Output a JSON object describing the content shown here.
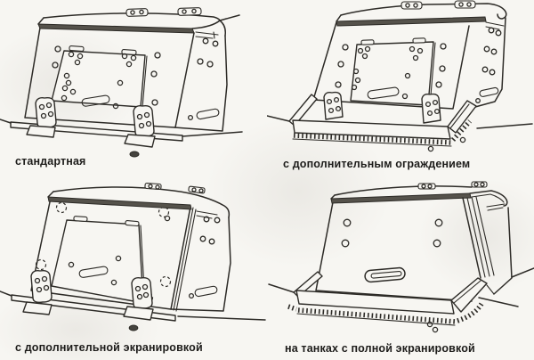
{
  "colors": {
    "paper": "#f7f6f2",
    "ink": "#2d2b27",
    "shade": "#55524b"
  },
  "figures": [
    {
      "caption": "стандартная"
    },
    {
      "caption": "с дополнительным ограждением"
    },
    {
      "caption": "с дополнительной экранировкой"
    },
    {
      "caption": "на танках с полной экранировкой"
    }
  ]
}
